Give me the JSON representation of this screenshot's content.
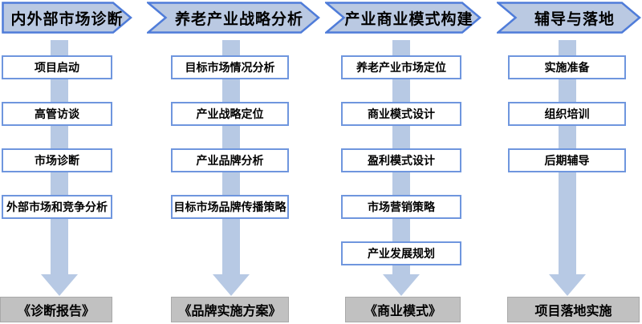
{
  "diagram": {
    "colors": {
      "header_fill": "#bac9e2",
      "header_border": "#4f7cd9",
      "step_border": "#6f96de",
      "step_fill": "#ffffff",
      "flow_arrow": "#b7c9e4",
      "output_fill": "#c1c1c1",
      "output_border": "#a9a9a9",
      "text": "#000000"
    },
    "columns": [
      {
        "header": "内外部市场诊断",
        "steps": [
          "项目启动",
          "高管访谈",
          "市场诊断",
          "外部市场和竞争分析"
        ],
        "output": "《诊断报告》"
      },
      {
        "header": "养老产业战略分析",
        "steps": [
          "目标市场情况分析",
          "产业战略定位",
          "产业品牌分析",
          "目标市场品牌传播策略"
        ],
        "output": "《品牌实施方案》"
      },
      {
        "header": "产业商业模式构建",
        "steps": [
          "养老产业市场定位",
          "商业模式设计",
          "盈利模式设计",
          "市场营销策略",
          "产业发展规划"
        ],
        "output": "《商业模式》"
      },
      {
        "header": "辅导与落地",
        "steps": [
          "实施准备",
          "组织培训",
          "后期辅导"
        ],
        "output": "项目落地实施"
      }
    ]
  }
}
